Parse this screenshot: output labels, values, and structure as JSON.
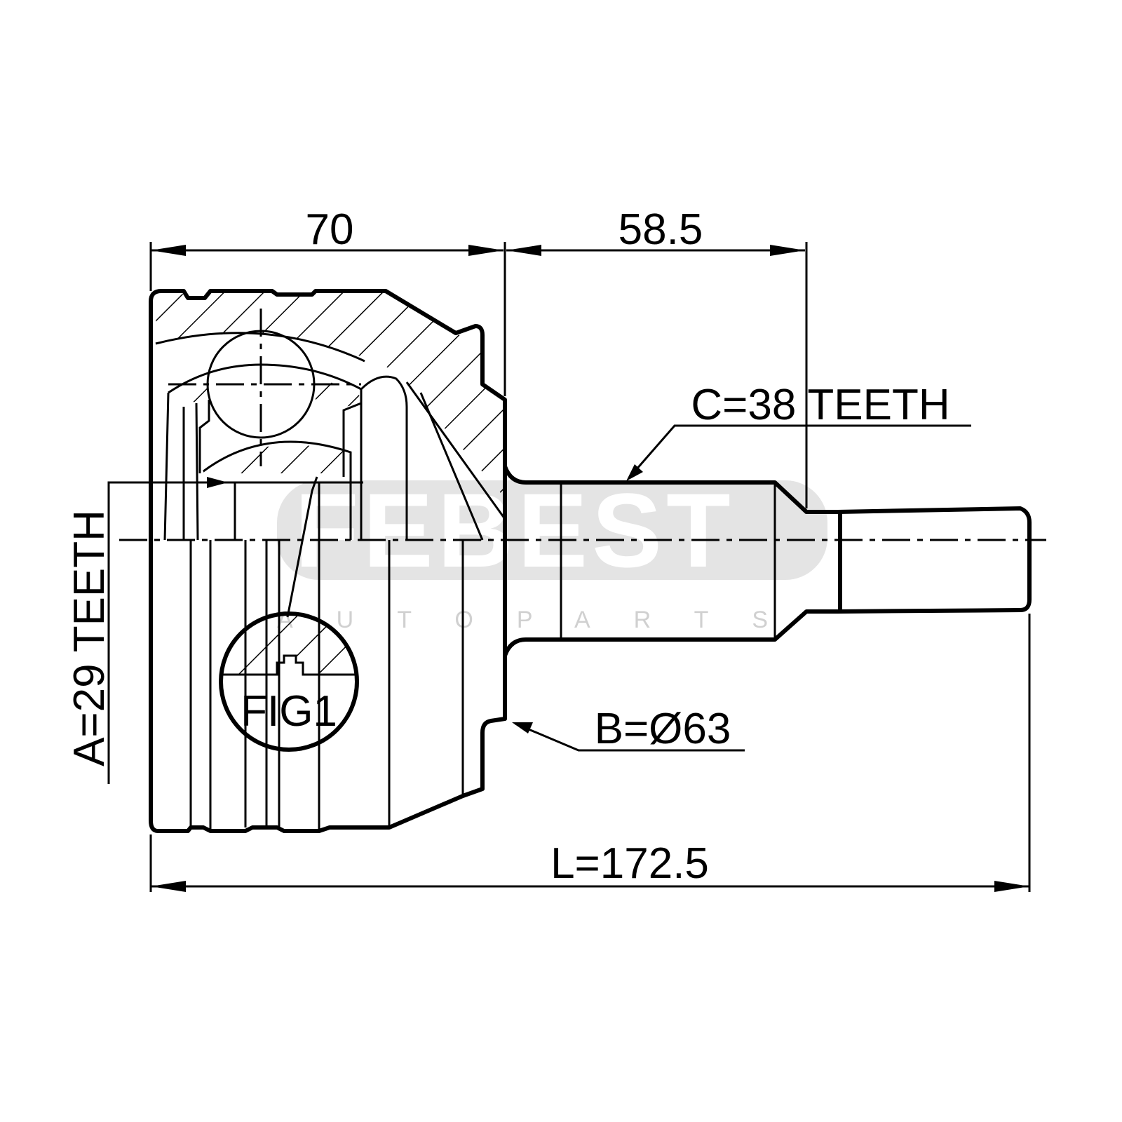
{
  "drawing": {
    "dimensions": {
      "housing_length": "70",
      "shaft_length": "58.5",
      "total_length": "L=172.5",
      "outer_spline": "C=38 TEETH",
      "inner_spline": "A=29 TEETH",
      "abs_ring_diameter": "B=Ø63"
    },
    "detail_label": "FIG1",
    "watermark": {
      "brand": "FEBEST",
      "subtitle": "AUTOPARTS"
    }
  }
}
